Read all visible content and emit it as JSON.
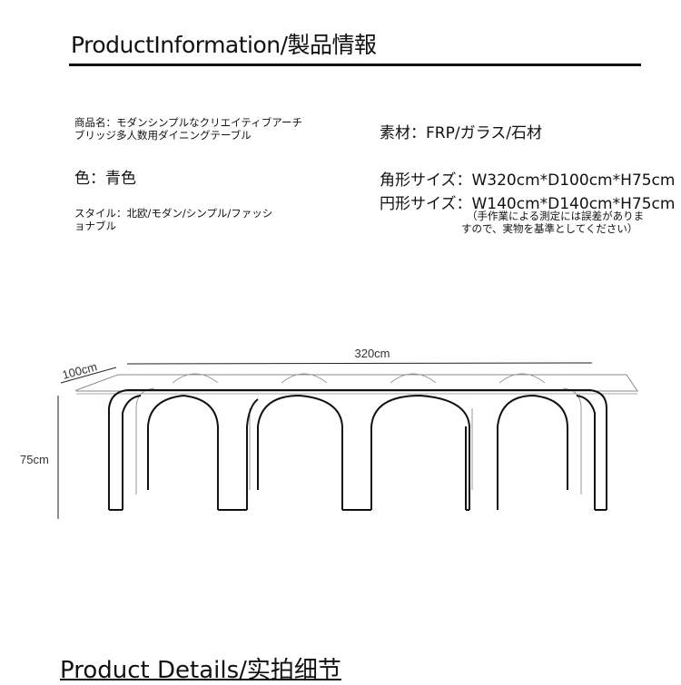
{
  "header": {
    "title": "ProductInformation/製品情報"
  },
  "specs": {
    "product_name_line1": "商品名：モダンシンプルなクリエイティブアーチ",
    "product_name_line2": "ブリッジ多人数用ダイニングテーブル",
    "color": "色：青色",
    "style_line1": "スタイル：北欧/モダン/シンプル/ファッシ",
    "style_line2": "ョナブル",
    "material": "素材：FRP/ガラス/石材",
    "size_rect": "角形サイズ：W320cm*D100cm*H75cm",
    "size_round": "円形サイズ：W140cm*D140cm*H75cm",
    "note_line1": "（手作業による測定には誤差がありま",
    "note_line2": "すので、実物を基準としてください）"
  },
  "diagram": {
    "width_label": "320cm",
    "depth_label": "100cm",
    "height_label": "75cm"
  },
  "footer": {
    "title": "Product Details/实拍细节"
  }
}
